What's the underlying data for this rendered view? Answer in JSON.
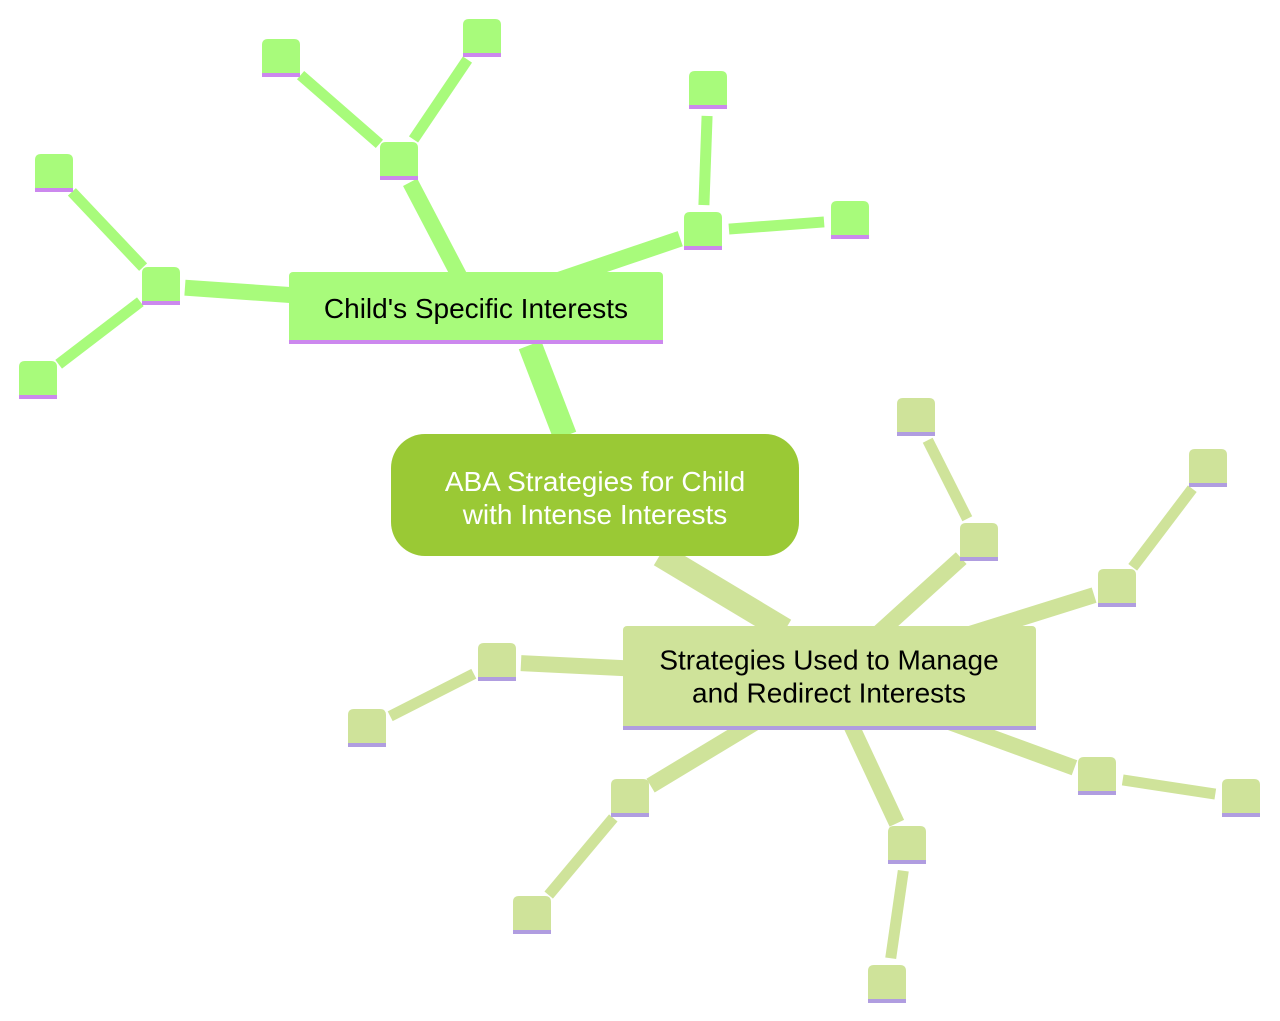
{
  "root": {
    "label_lines": [
      "ABA Strategies for Child",
      "with Intense Interests"
    ],
    "fill": "#9ac935",
    "text_color": "#ffffff"
  },
  "branches": [
    {
      "id": "interests",
      "label_lines": [
        "Child's Specific Interests"
      ],
      "fill": "#a8fb7b",
      "underline": "#cc88ee",
      "text_color": "#000000",
      "subnodes": [
        {
          "leaves": 2
        },
        {
          "leaves": 2
        },
        {
          "leaves": 2
        }
      ]
    },
    {
      "id": "strategies",
      "label_lines": [
        "Strategies Used to Manage",
        "and Redirect Interests"
      ],
      "fill": "#cfe39a",
      "underline": "#b09de0",
      "text_color": "#000000",
      "subnodes": [
        {
          "leaves": 1
        },
        {
          "leaves": 1
        },
        {
          "leaves": 1
        },
        {
          "leaves": 1
        },
        {
          "leaves": 1
        },
        {
          "leaves": 1
        }
      ]
    }
  ],
  "edge_colors": {
    "interests": "#a8fb7b",
    "strategies": "#cfe39a"
  }
}
